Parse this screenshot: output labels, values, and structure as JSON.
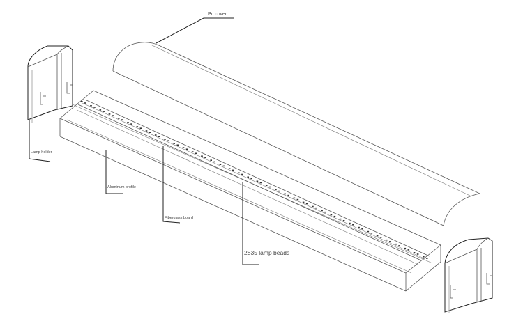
{
  "labels": {
    "pc_cover": "Pc cover",
    "lamp_holder": "Lamp holder",
    "aluminum_profile": "Aluminum profile",
    "fiberglass_board": "Fiberglass board",
    "lamp_beads": "2835 lamp beads"
  }
}
